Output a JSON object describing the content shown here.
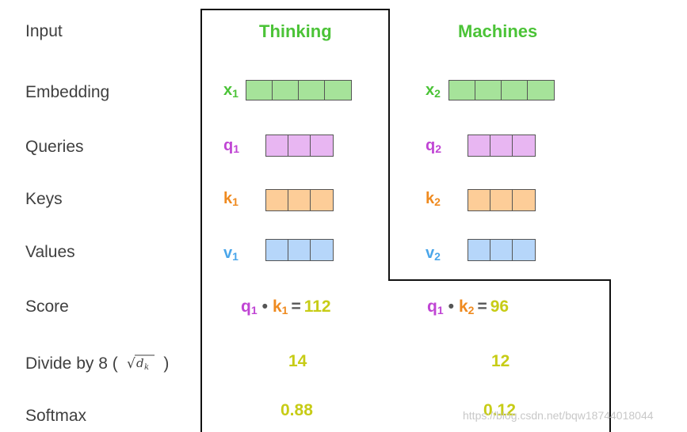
{
  "colors": {
    "green": "#4bc337",
    "purple": "#c045d4",
    "orange": "#ef8a1f",
    "blue": "#4aa6ea",
    "yellow": "#c7cc16",
    "embedding_fill": "#a6e39a",
    "query_fill": "#e8b6f2",
    "key_fill": "#fdcd98",
    "value_fill": "#b6d6fa"
  },
  "rows": {
    "input": "Input",
    "embedding": "Embedding",
    "queries": "Queries",
    "keys": "Keys",
    "values": "Values",
    "score": "Score",
    "divide_prefix": "Divide by 8 (",
    "divide_suffix": ")",
    "divide_sqrt_symbol": "√",
    "divide_sqrt_var": "d",
    "divide_sqrt_sub": "k",
    "softmax": "Softmax"
  },
  "columns": [
    {
      "title": "Thinking",
      "x": "x",
      "x_sub": "1",
      "q": "q",
      "q_sub": "1",
      "k": "k",
      "k_sub": "1",
      "v": "v",
      "v_sub": "1",
      "score_q": "q",
      "score_q_sub": "1",
      "score_dot": "•",
      "score_k": "k",
      "score_k_sub": "1",
      "score_eq": "=",
      "score_value": "112",
      "divided": "14",
      "softmax": "0.88"
    },
    {
      "title": "Machines",
      "x": "x",
      "x_sub": "2",
      "q": "q",
      "q_sub": "2",
      "k": "k",
      "k_sub": "2",
      "v": "v",
      "v_sub": "2",
      "score_q": "q",
      "score_q_sub": "1",
      "score_dot": "•",
      "score_k": "k",
      "score_k_sub": "2",
      "score_eq": "=",
      "score_value": "96",
      "divided": "12",
      "softmax": "0.12"
    }
  ],
  "watermark": "https://blog.csdn.net/bqw18744018044"
}
